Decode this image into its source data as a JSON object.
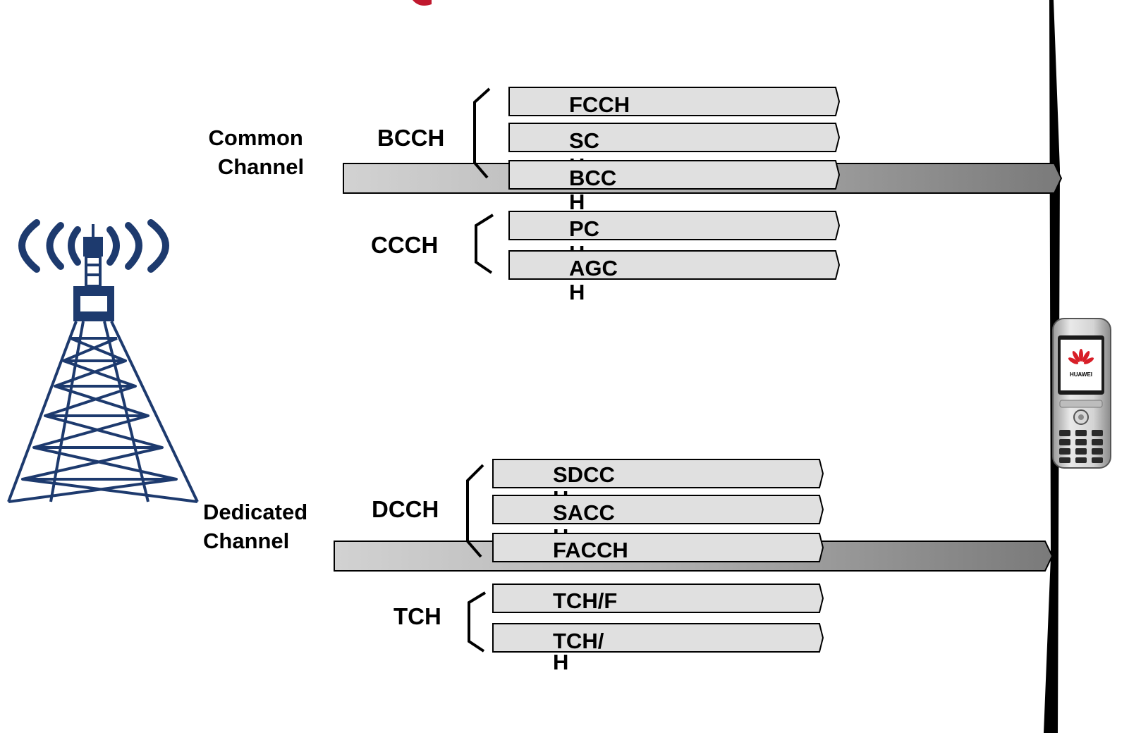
{
  "common": {
    "category_line1": "Common",
    "category_line2": "Channel",
    "groups": [
      {
        "label": "BCCH",
        "channels": [
          {
            "line1": "FCCH",
            "line2": ""
          },
          {
            "line1": "SC",
            "line2": "H"
          },
          {
            "line1": "BCC",
            "line2": "H"
          }
        ]
      },
      {
        "label": "CCCH",
        "channels": [
          {
            "line1": "PC",
            "line2": "H"
          },
          {
            "line1": "AGC",
            "line2": "H"
          }
        ]
      }
    ]
  },
  "dedicated": {
    "category_line1": "Dedicated",
    "category_line2": "Channel",
    "groups": [
      {
        "label": "DCCH",
        "channels": [
          {
            "line1": "SDCC",
            "line2": "H"
          },
          {
            "line1": "SACC",
            "line2": "H"
          },
          {
            "line1": "FACCH",
            "line2": ""
          }
        ]
      },
      {
        "label": "TCH",
        "channels": [
          {
            "line1": "TCH/F",
            "line2": ""
          },
          {
            "line1": "TCH/",
            "line2": "H"
          }
        ]
      }
    ]
  },
  "phone": {
    "brand": "HUAWEI"
  },
  "colors": {
    "box_fill": "#e0e0e0",
    "tower_blue": "#1d3a6e",
    "title_red": "#c0182e",
    "phone_logo_red": "#d81e27"
  }
}
